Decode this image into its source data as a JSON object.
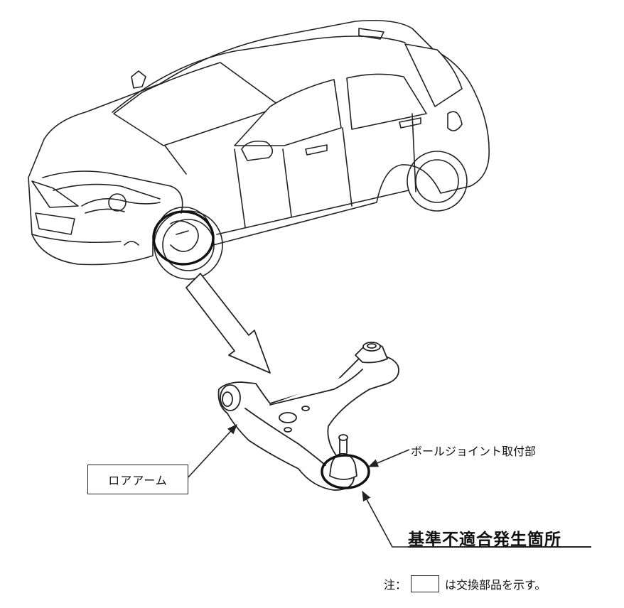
{
  "labels": {
    "part_name": "ロアアーム",
    "ball_joint_location": "ボールジョイント取付部",
    "defect_location": "基準不適合発生箇所"
  },
  "note": {
    "prefix": "注：",
    "suffix": "は交換部品を示す。"
  },
  "colors": {
    "line": "#222222",
    "background": "#ffffff"
  }
}
